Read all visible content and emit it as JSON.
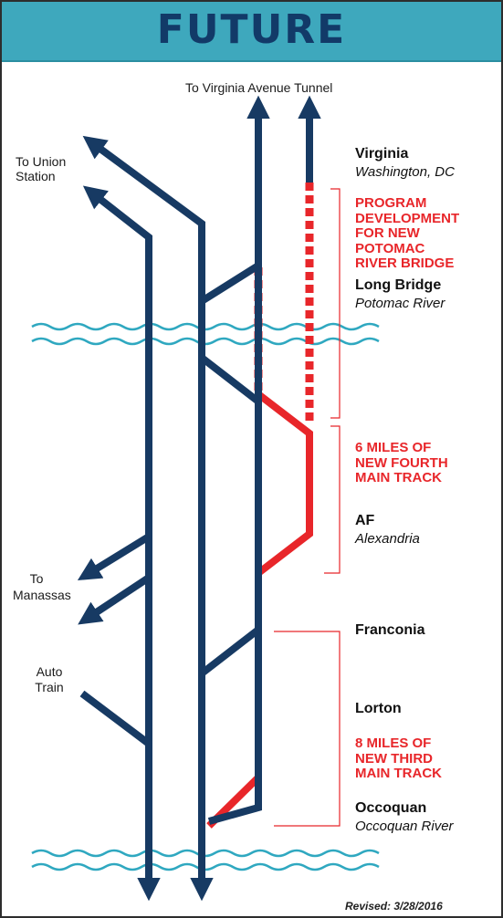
{
  "title": "FUTURE",
  "destinations": {
    "top": "To Virginia Avenue Tunnel",
    "union": "To Union\nStation",
    "manassas": "To\nManassas",
    "autotrain": "Auto\nTrain"
  },
  "stations": [
    {
      "name": "Virginia",
      "sub": "Washington, DC"
    },
    {
      "name": "Long Bridge",
      "sub": "Potomac River"
    },
    {
      "name": "AF",
      "sub": "Alexandria"
    },
    {
      "name": "Franconia",
      "sub": ""
    },
    {
      "name": "Lorton",
      "sub": ""
    },
    {
      "name": "Occoquan",
      "sub": "Occoquan River"
    }
  ],
  "notes": [
    "PROGRAM\nDEVELOPMENT\nFOR NEW\nPOTOMAC\nRIVER BRIDGE",
    "6 MILES OF\nNEW FOURTH\nMAIN TRACK",
    "8 MILES OF\nNEW THIRD\nMAIN TRACK"
  ],
  "revised": "Revised: 3/28/2016",
  "colors": {
    "track": "#173a63",
    "new_track": "#e8262a",
    "water": "#2fa8c0",
    "header": "#3ea8bd",
    "title": "#123a68"
  }
}
